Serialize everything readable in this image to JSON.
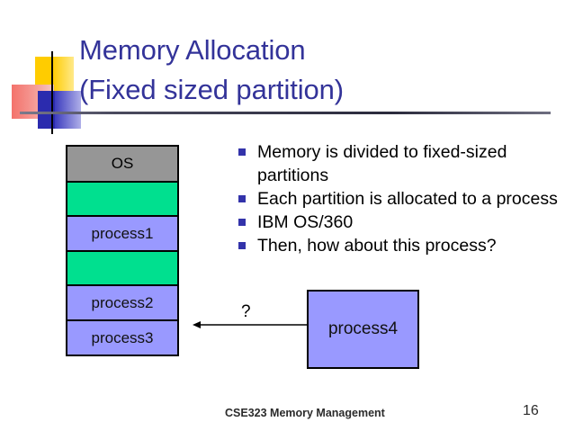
{
  "slide": {
    "title_line1": "Memory Allocation",
    "title_line2": "(Fixed sized partition)",
    "title_color": "#333399"
  },
  "memory_diagram": {
    "blocks": [
      {
        "label": "OS",
        "kind": "os",
        "color": "#969696"
      },
      {
        "label": "",
        "kind": "free",
        "color": "#00E08F"
      },
      {
        "label": "process1",
        "kind": "process",
        "color": "#9999FF"
      },
      {
        "label": "",
        "kind": "free",
        "color": "#00E08F"
      },
      {
        "label": "process2",
        "kind": "process",
        "color": "#9999FF"
      },
      {
        "label": "process3",
        "kind": "process",
        "color": "#9999FF"
      }
    ]
  },
  "bullets": {
    "items": [
      "Memory is divided to fixed-sized partitions",
      "Each partition is allocated to a process",
      "IBM OS/360",
      "Then, how about this process?"
    ]
  },
  "incoming_process": {
    "label": "process4",
    "box_color": "#9999FF",
    "arrow_label": "?"
  },
  "footer": {
    "text": "CSE323 Memory Management",
    "page_number": "16"
  }
}
